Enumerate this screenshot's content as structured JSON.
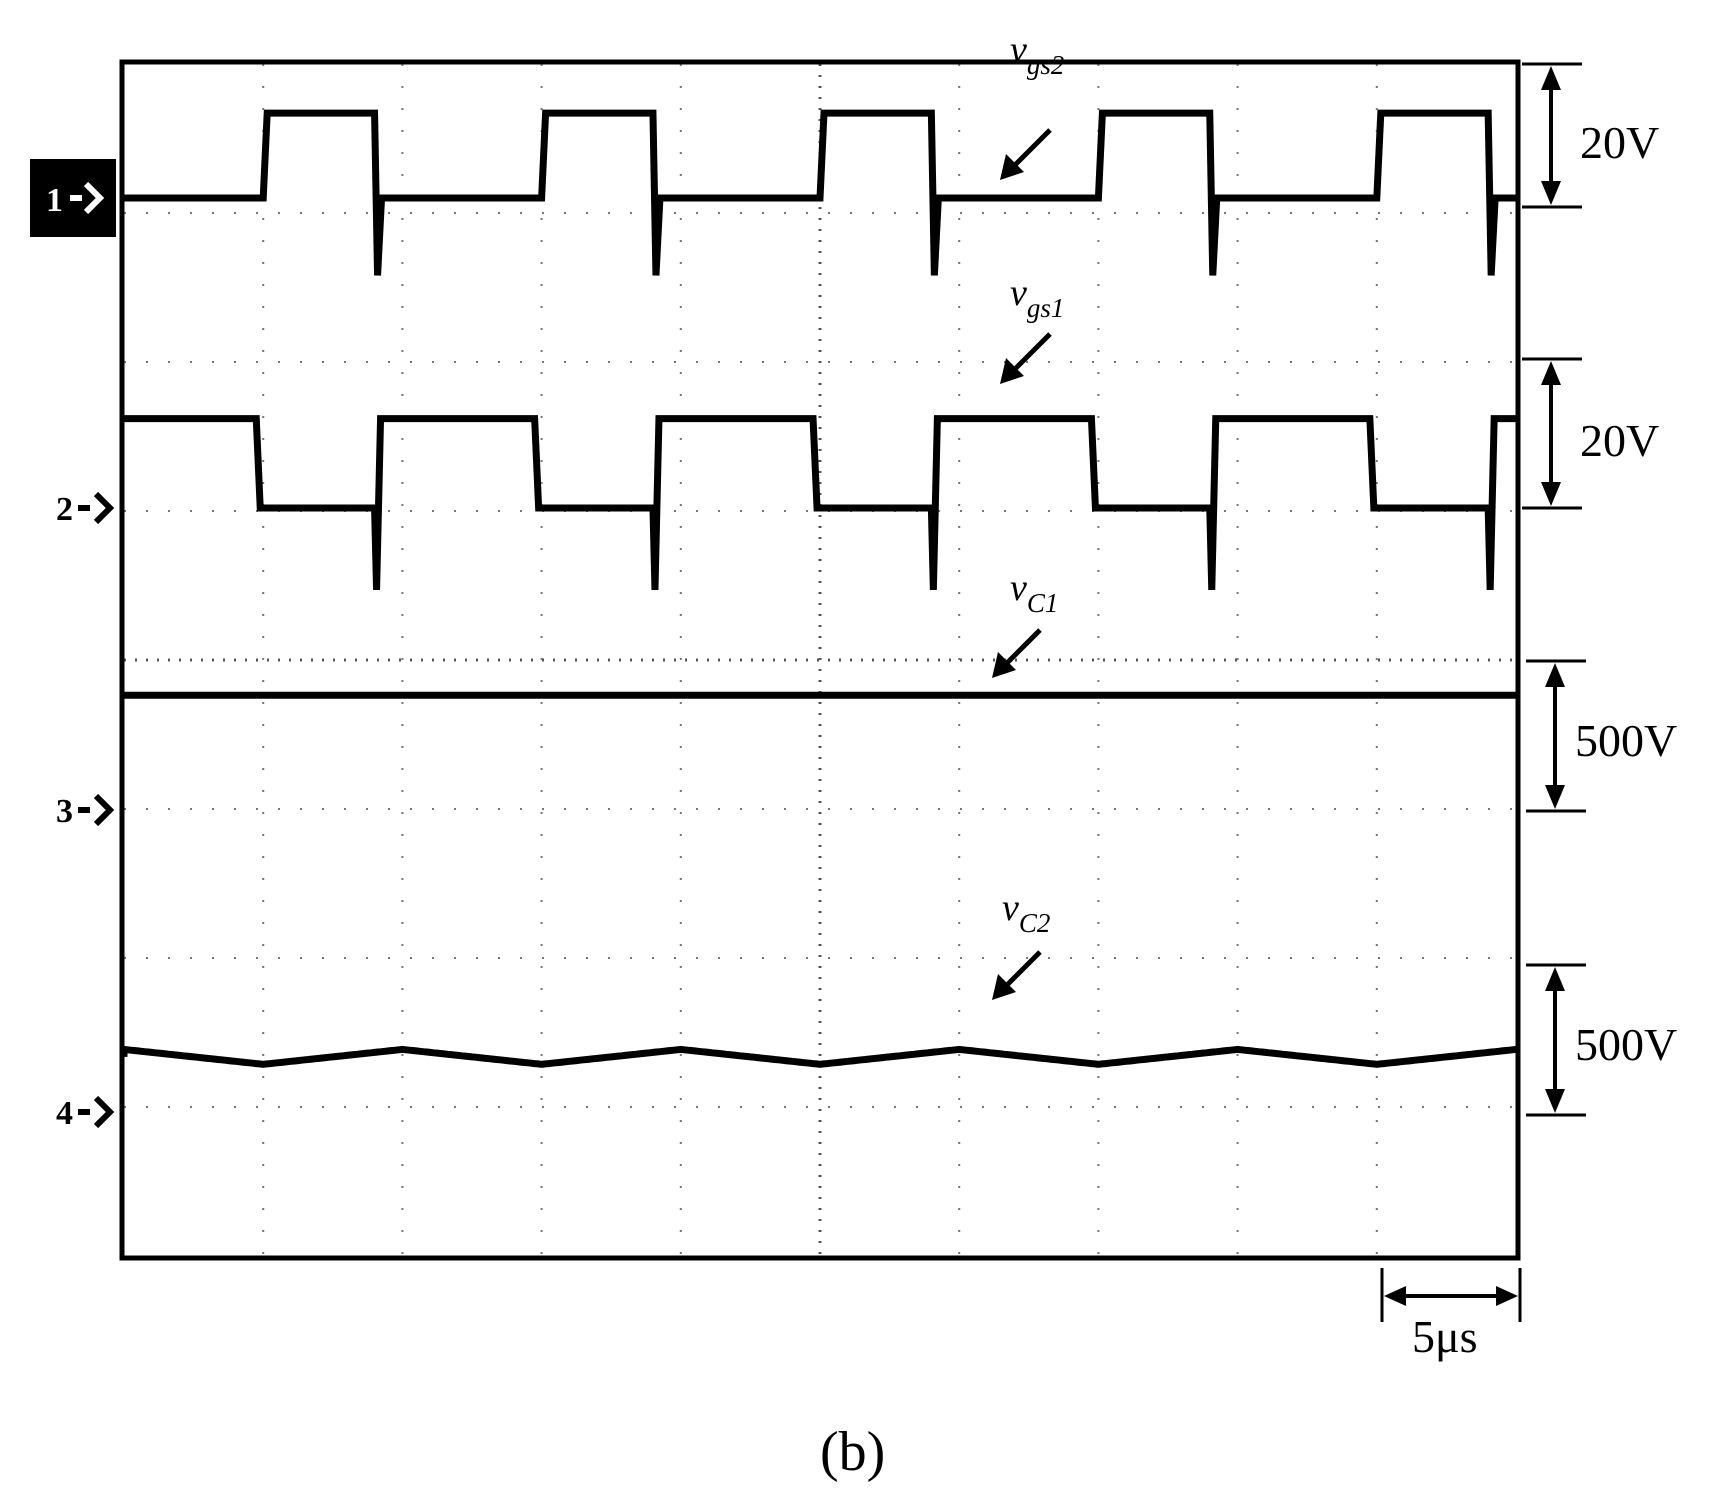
{
  "chart_data": {
    "type": "line",
    "grid": "dotted",
    "divisions": {
      "x": 10,
      "y": 8
    },
    "channels": [
      {
        "marker": "1",
        "name_main": "v",
        "name_sub": "gs2",
        "scale": "20V",
        "waveform": "square",
        "low_div": 0,
        "high_div": 0.57,
        "first_high_div": 1.0,
        "period_div": 2.0,
        "high_width_div": 0.8,
        "undershoot_div": -0.52
      },
      {
        "marker": "2",
        "name_main": "v",
        "name_sub": "gs1",
        "scale": "20V",
        "waveform": "square",
        "low_div": 0,
        "high_div": 0.6,
        "first_low_div": 0.95,
        "period_div": 2.0,
        "low_width_div": 0.85,
        "undershoot_div": -0.55
      },
      {
        "marker": "3",
        "name_main": "v",
        "name_sub": "C1",
        "scale": "500V",
        "waveform": "dc",
        "level_div": 0.77
      },
      {
        "marker": "4",
        "name_main": "v",
        "name_sub": "C2",
        "scale": "500V",
        "waveform": "ripple",
        "level_div": 0.37,
        "ripple_div": 0.05,
        "period_div": 2.0
      }
    ],
    "time_scale": "5μs",
    "caption": "(b)"
  }
}
